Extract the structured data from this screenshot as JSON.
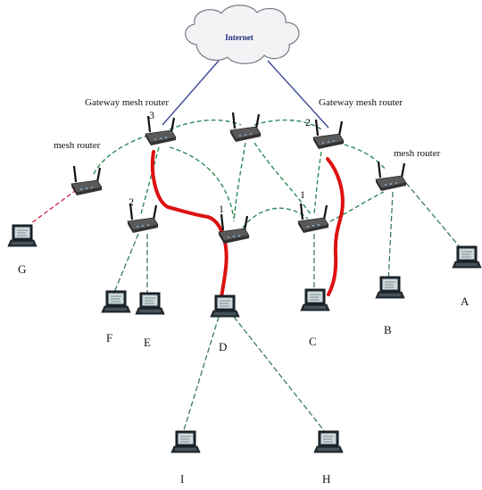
{
  "cloud": {
    "label": "Internet"
  },
  "labels": {
    "gateway_left": "Gateway mesh router",
    "gateway_right": "Gateway mesh router",
    "mesh_left": "mesh router",
    "mesh_right": "mesh router"
  },
  "router_numbers": {
    "gw_left": "3",
    "gw_right": "2",
    "r_left": "2",
    "r_center": "1",
    "r_right": "1"
  },
  "laptops": {
    "A": "A",
    "B": "B",
    "C": "C",
    "D": "D",
    "E": "E",
    "F": "F",
    "G": "G",
    "H": "H",
    "I": "I"
  },
  "colors": {
    "mesh_link": "#2e8b57",
    "client_link": "#3a7a6a",
    "highlight_path": "#dd1111",
    "red_dashed": "#cc2244",
    "uplink": "#3b4a9a"
  }
}
